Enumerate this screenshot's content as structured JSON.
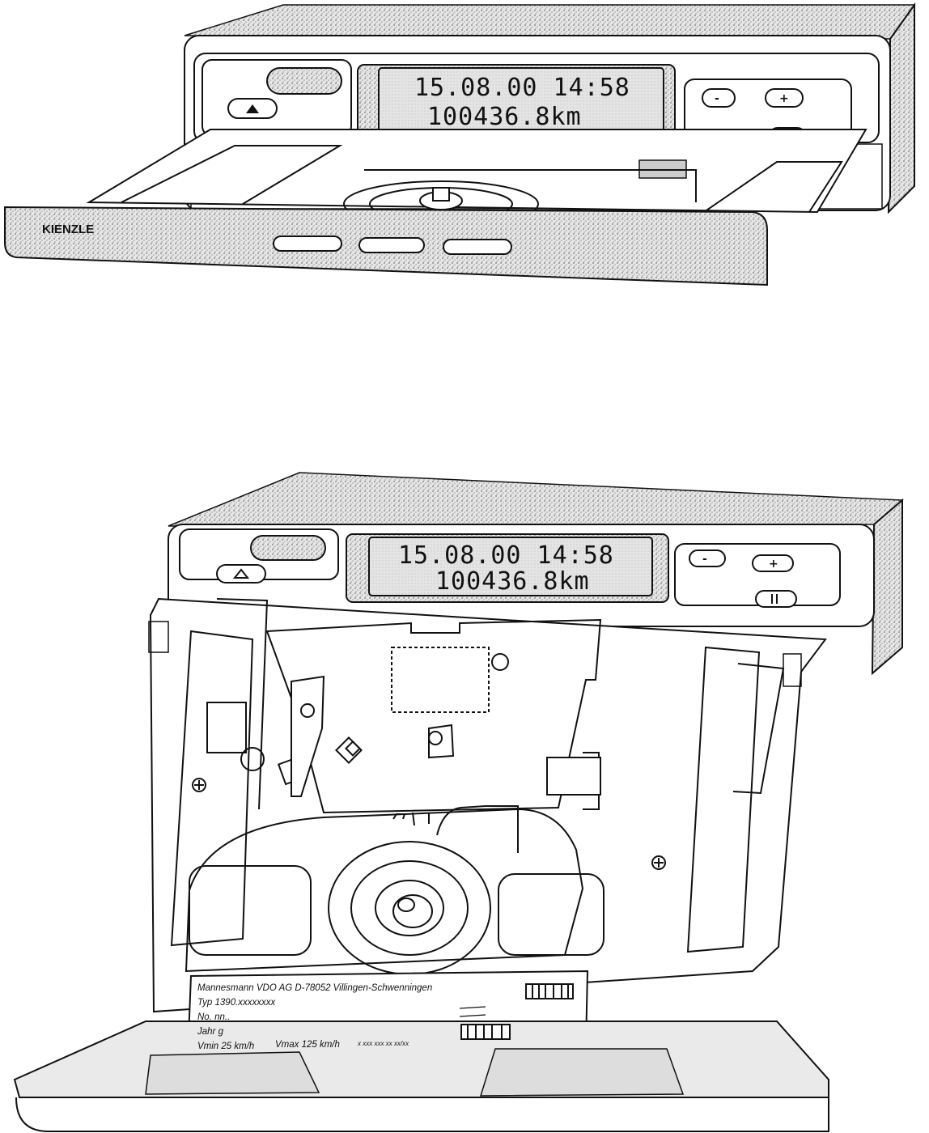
{
  "device": {
    "brand": "KIENZLE",
    "display": {
      "date_time": "15.08.00 14:58",
      "odometer": "100436.8km"
    },
    "buttons": {
      "minus": "-",
      "plus": "+"
    }
  },
  "type_plate": {
    "manufacturer": "Mannesmann VDO AG D-78052 Villingen-Schwenningen",
    "type": "Typ 1390.xxxxxxxx",
    "number": "No. nn..",
    "year": "Jahr g",
    "speed_min": "Vmin 25 km/h",
    "speed_max": "Vmax 125 km/h",
    "code": "x xxx xxx xx xx/xx"
  },
  "colors": {
    "line": "#111111",
    "shade": "#bdbdbd",
    "lcd": "#e2e2e2"
  }
}
